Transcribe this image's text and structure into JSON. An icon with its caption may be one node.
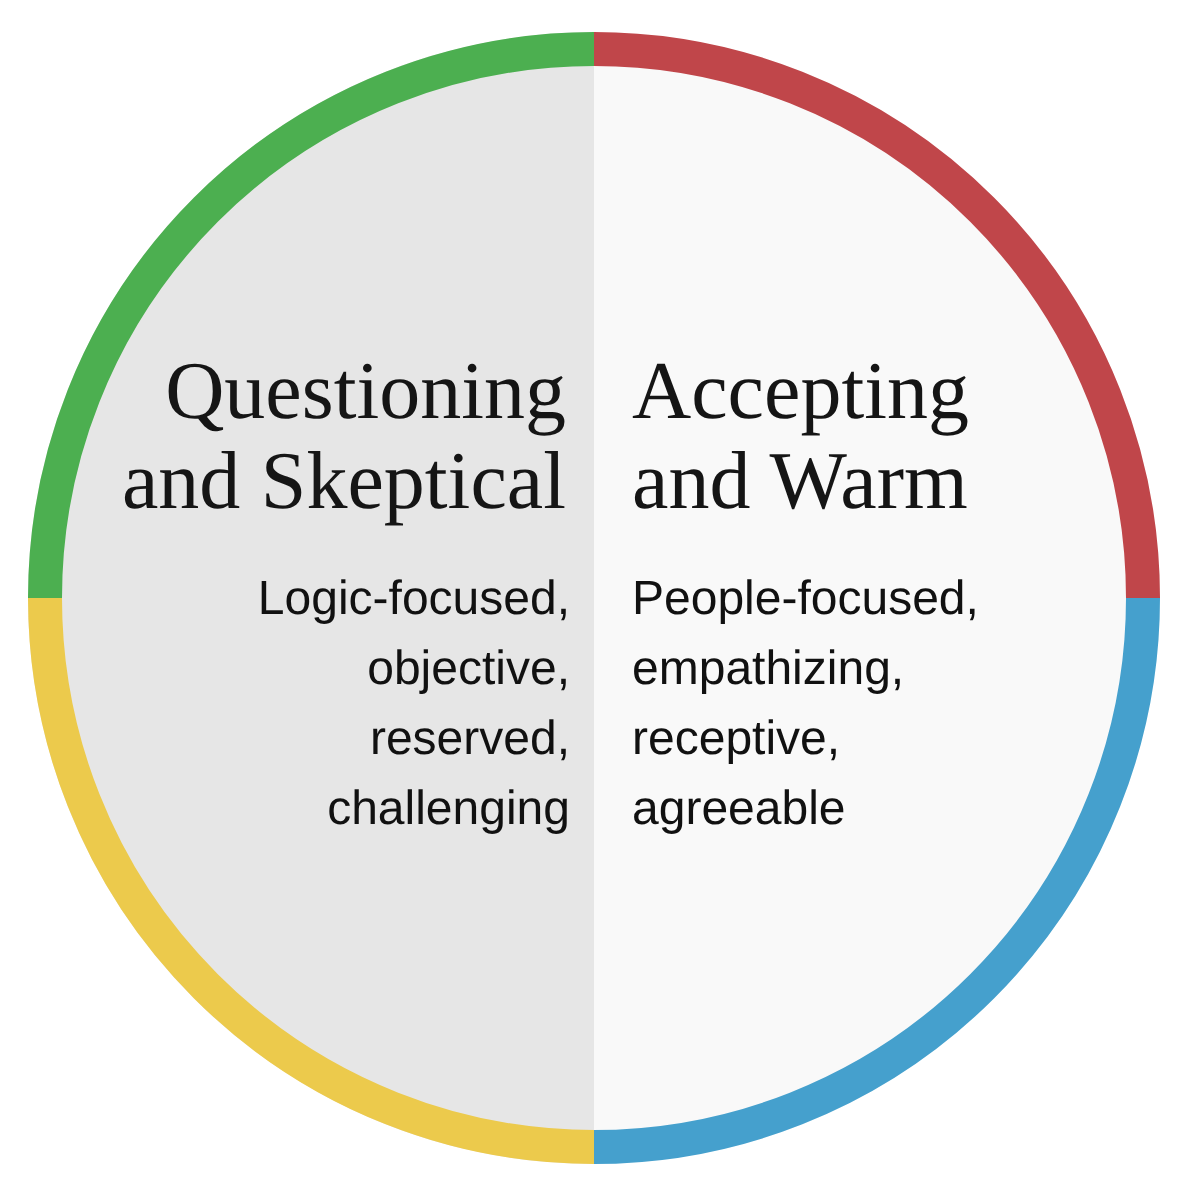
{
  "diagram": {
    "nodes": [
      {
        "text": [
          "Questioning and Skeptical",
          "Logic-focused, objective, reserved, challenging"
        ]
      },
      {
        "text": [
          "Accepting and Warm",
          "People-focused, empathizing, receptive, agreeable"
        ]
      }
    ]
  }
}
